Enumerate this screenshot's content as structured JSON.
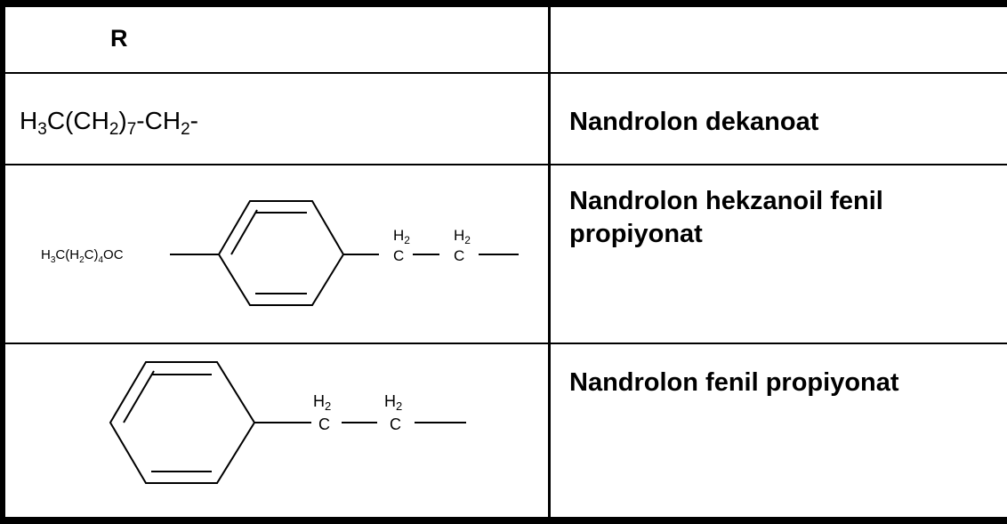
{
  "table": {
    "header": {
      "r_label": "R",
      "name_label": ""
    },
    "row1": {
      "formula": {
        "p1": "H",
        "s1": "3",
        "p2": "C(CH",
        "s2": "2",
        "p3": ")",
        "s3": "7",
        "p4": "-CH",
        "s4": "2",
        "p5": "-"
      },
      "name": "Nandrolon dekanoat"
    },
    "row2": {
      "left_group": {
        "p1": "H",
        "s1": "3",
        "p2": "C(H",
        "s2": "2",
        "p3": "C)",
        "s3": "4",
        "p4": "OC"
      },
      "ch2_a": {
        "h": "H",
        "sub": "2",
        "c": "C"
      },
      "ch2_b": {
        "h": "H",
        "sub": "2",
        "c": "C"
      },
      "name_line1": "Nandrolon hekzanoil fenil",
      "name_line2": "propiyonat"
    },
    "row3": {
      "ch2_a": {
        "h": "H",
        "sub": "2",
        "c": "C"
      },
      "ch2_b": {
        "h": "H",
        "sub": "2",
        "c": "C"
      },
      "name": "Nandrolon fenil propiyonat"
    }
  }
}
